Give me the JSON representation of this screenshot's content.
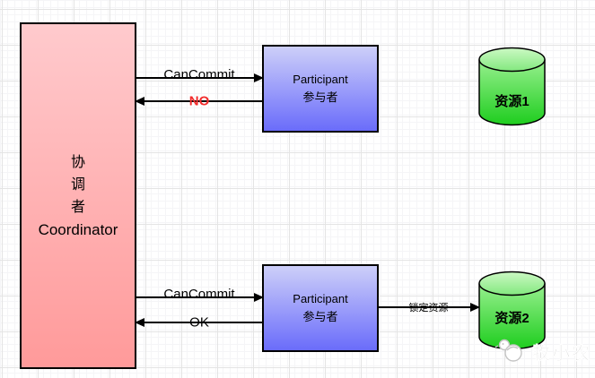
{
  "coordinator": {
    "line1": "协",
    "line2": "调",
    "line3": "者",
    "line4": "Coordinator"
  },
  "participant_top": {
    "title": "Participant",
    "subtitle": "参与者"
  },
  "participant_bottom": {
    "title": "Participant",
    "subtitle": "参与者"
  },
  "resource_top": {
    "label": "资源1"
  },
  "resource_bottom": {
    "label": "资源2"
  },
  "arrows": {
    "cancommit_top": "CanCommit",
    "no_reply": "NO",
    "cancommit_bottom": "CanCommit",
    "ok_reply": "OK",
    "lock_resource": "锁定资源"
  },
  "watermark": {
    "text": "牧小农"
  },
  "colors": {
    "coordinator_gradient_top": "#ffcacd",
    "coordinator_gradient_bottom": "#ff9a9a",
    "participant_gradient_top": "#cdcff9",
    "participant_gradient_bottom": "#6a6cfa",
    "resource_gradient_top": "#98f08f",
    "resource_gradient_bottom": "#1ecd1e",
    "no_label_color": "#f22b2b",
    "line_color": "#000000",
    "watermark_color": "#c9c9c9"
  }
}
